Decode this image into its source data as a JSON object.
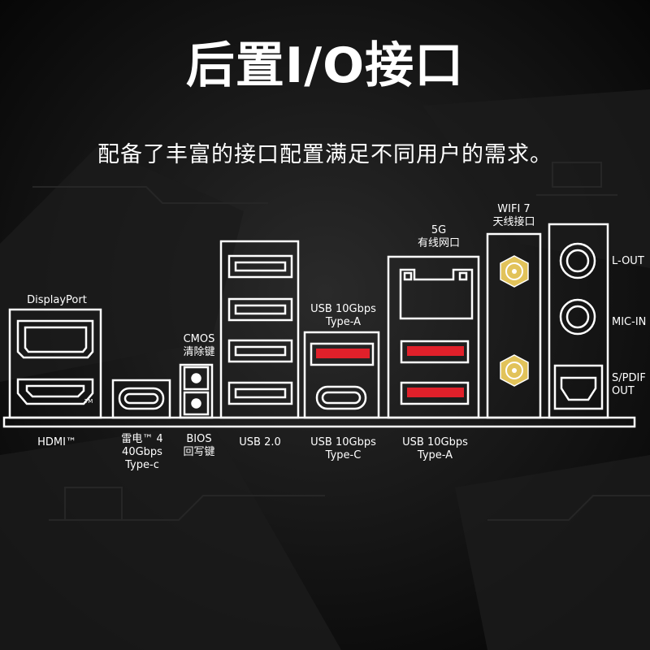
{
  "header": {
    "title": "后置I/O接口",
    "subtitle": "配备了丰富的接口配置满足不同用户的需求。"
  },
  "labels_top": {
    "displayport": "DisplayPort",
    "cmos_line1": "CMOS",
    "cmos_line2": "清除键",
    "usb10a_top_line1": "USB 10Gbps",
    "usb10a_top_line2": "Type-A",
    "lan_line1": "5G",
    "lan_line2": "有线网口",
    "wifi_line1": "WIFI 7",
    "wifi_line2": "天线接口"
  },
  "labels_side": {
    "lout": "L-OUT",
    "micin": "MIC-IN",
    "spdif_line1": "S/PDIF",
    "spdif_line2": "OUT"
  },
  "labels_bottom": {
    "hdmi": "HDMI™",
    "tb_line1": "雷电™ 4",
    "tb_line2": "40Gbps",
    "tb_line3": "Type-c",
    "bios_line1": "BIOS",
    "bios_line2": "回写键",
    "usb20": "USB 2.0",
    "usbc_line1": "USB 10Gbps",
    "usbc_line2": "Type-C",
    "usba_line1": "USB 10Gbps",
    "usba_line2": "Type-A"
  },
  "hdmi_tm": "TM",
  "colors": {
    "background": "#0b0b0b",
    "outline": "#ffffff",
    "usb_red": "#e0202a",
    "antenna_gold": "#e2c35a"
  }
}
